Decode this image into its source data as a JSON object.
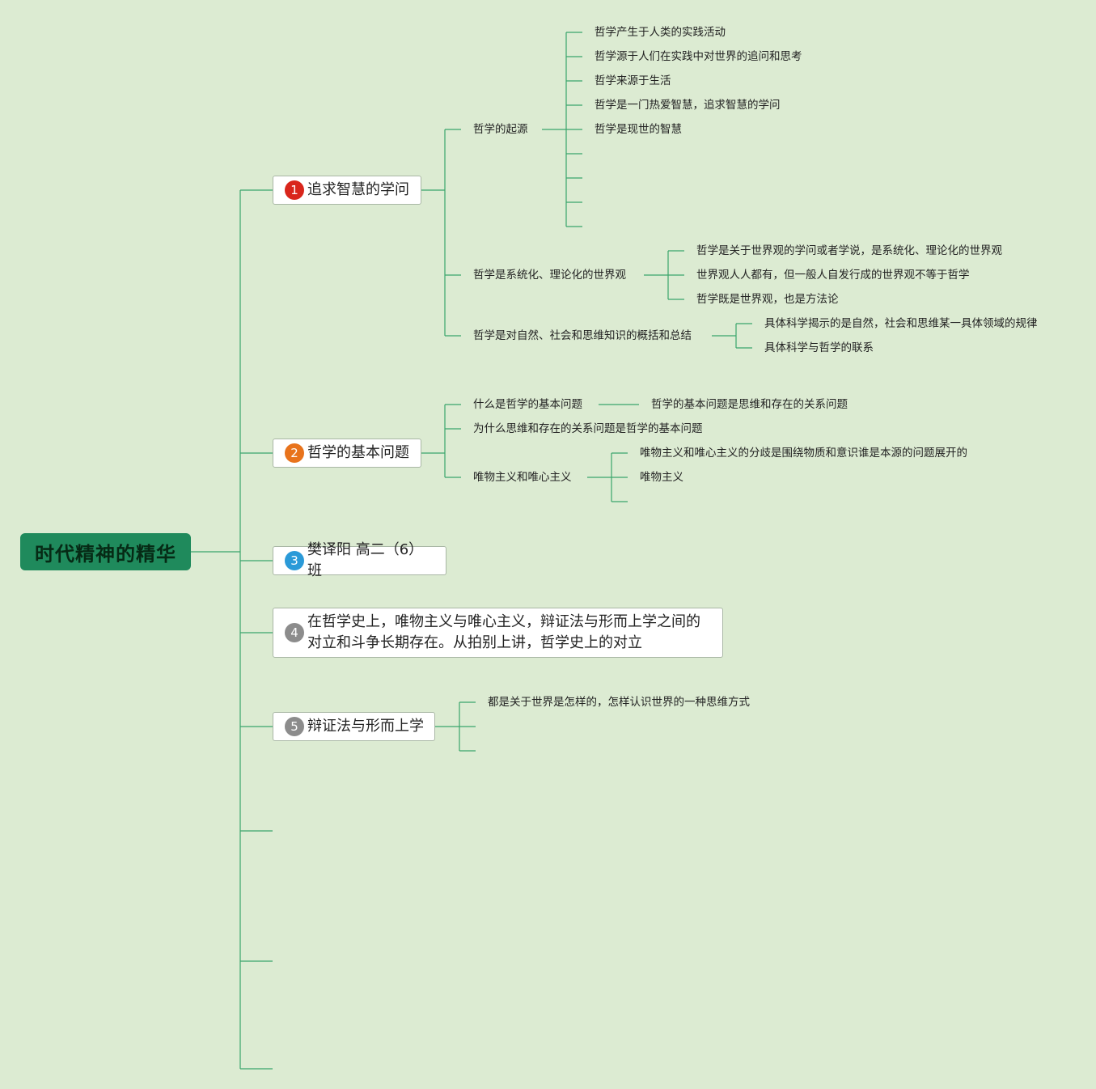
{
  "root": {
    "title": "时代精神的精华"
  },
  "colors": {
    "background": "#dcebd2",
    "connector": "#3aa56b",
    "root_fill": "#1f8a5c",
    "badge1": "#d9261c",
    "badge2": "#e8731c",
    "badge3": "#2b9ad8",
    "badge4": "#8c8c8c",
    "badge5": "#8c8c8c"
  },
  "topics": [
    {
      "badge": "1",
      "label": "追求智慧的学问",
      "children": [
        {
          "label": "哲学的起源",
          "children": [
            "哲学产生于人类的实践活动",
            "哲学源于人们在实践中对世界的追问和思考",
            "哲学来源于生活",
            "哲学是一门热爱智慧，追求智慧的学问",
            "哲学是现世的智慧"
          ]
        },
        {
          "label": "哲学是系统化、理论化的世界观",
          "children": [
            "哲学是关于世界观的学问或者学说，是系统化、理论化的世界观",
            "世界观人人都有，但一般人自发行成的世界观不等于哲学",
            "哲学既是世界观，也是方法论"
          ]
        },
        {
          "label": "哲学是对自然、社会和思维知识的概括和总结",
          "children": [
            "具体科学揭示的是自然，社会和思维某一具体领域的规律",
            "具体科学与哲学的联系"
          ]
        }
      ]
    },
    {
      "badge": "2",
      "label": "哲学的基本问题",
      "children": [
        {
          "label": "什么是哲学的基本问题",
          "children": [
            "哲学的基本问题是思维和存在的关系问题"
          ]
        },
        {
          "label": "为什么思维和存在的关系问题是哲学的基本问题",
          "children": []
        },
        {
          "label": "唯物主义和唯心主义",
          "children": [
            "唯物主义和唯心主义的分歧是围绕物质和意识谁是本源的问题展开的",
            "唯物主义"
          ]
        }
      ]
    },
    {
      "badge": "3",
      "label": "樊译阳 高二（6）班",
      "children": []
    },
    {
      "badge": "4",
      "label_lines": [
        "在哲学史上，唯物主义与唯心主义，辩证法与形而上学之间的",
        "对立和斗争长期存在。从拍别上讲，哲学史上的对立"
      ],
      "children": []
    },
    {
      "badge": "5",
      "label": "辩证法与形而上学",
      "children": [
        "都是关于世界是怎样的，怎样认识世界的一种思维方式"
      ]
    }
  ]
}
